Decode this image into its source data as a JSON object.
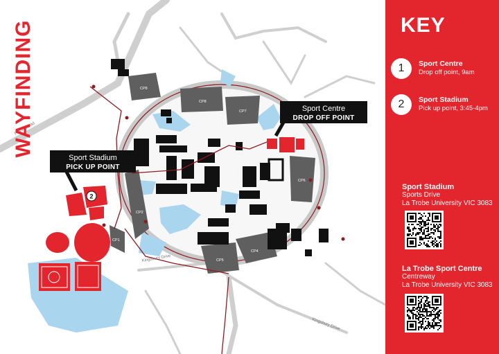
{
  "title": "WAYFINDING",
  "key": {
    "title": "KEY",
    "items": [
      {
        "num": "1",
        "name": "Sport Centre",
        "desc": "Drop off point, 9am"
      },
      {
        "num": "2",
        "name": "Sport Stadium",
        "desc": "Pick up point, 3:45-4pm"
      }
    ]
  },
  "addresses": [
    {
      "name": "Sport Stadium",
      "line1": "Sports Drive",
      "line2": "La Trobe University VIC 3083"
    },
    {
      "name": "La Trobe Sport Centre",
      "line1": "Centreway",
      "line2": "La Trobe University VIC 3083"
    }
  ],
  "callouts": {
    "sport_centre": {
      "line1": "Sport Centre",
      "line2": "DROP OFF POINT"
    },
    "sport_stadium": {
      "line1": "Sport Stadium",
      "line2": "PICK UP POINT"
    }
  },
  "map_labels": {
    "road_plenty": "Plenty Road",
    "road_kingsbury": "Kingsbury Drive",
    "cp_labels": [
      "CP8",
      "CP7",
      "CP6",
      "CP5",
      "CP4",
      "CP3",
      "CP2",
      "CP1"
    ],
    "marker_num": "2"
  },
  "colors": {
    "accent": "#e3252e",
    "water": "#a9d6ee",
    "building": "#111111",
    "road": "#d3d3d3",
    "carpark": "#5f5f5f"
  }
}
